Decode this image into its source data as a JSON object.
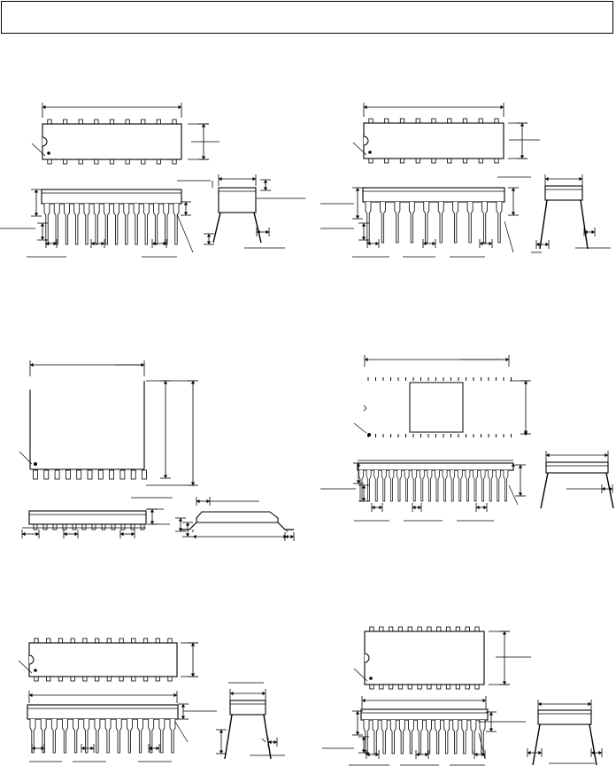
{
  "header": {
    "title": ""
  },
  "drawing_style": {
    "stroke": "#000000",
    "fill": "#ffffff",
    "dot": "#000000"
  },
  "packages": [
    {
      "id": "top-left-dip",
      "pins_per_side": 9,
      "view": "dip-through-hole"
    },
    {
      "id": "top-right-dip",
      "pins_per_side": 9,
      "view": "dip-through-hole"
    },
    {
      "id": "middle-left-soic",
      "pins_per_side": 11,
      "view": "soic-wide"
    },
    {
      "id": "middle-right-ssop",
      "pins_per_side": 20,
      "view": "shrink-dip"
    },
    {
      "id": "bottom-left-dip",
      "pins_per_side": 12,
      "view": "dip-through-hole"
    },
    {
      "id": "bottom-right-dip",
      "pins_per_side": 12,
      "view": "dip-through-hole"
    }
  ]
}
